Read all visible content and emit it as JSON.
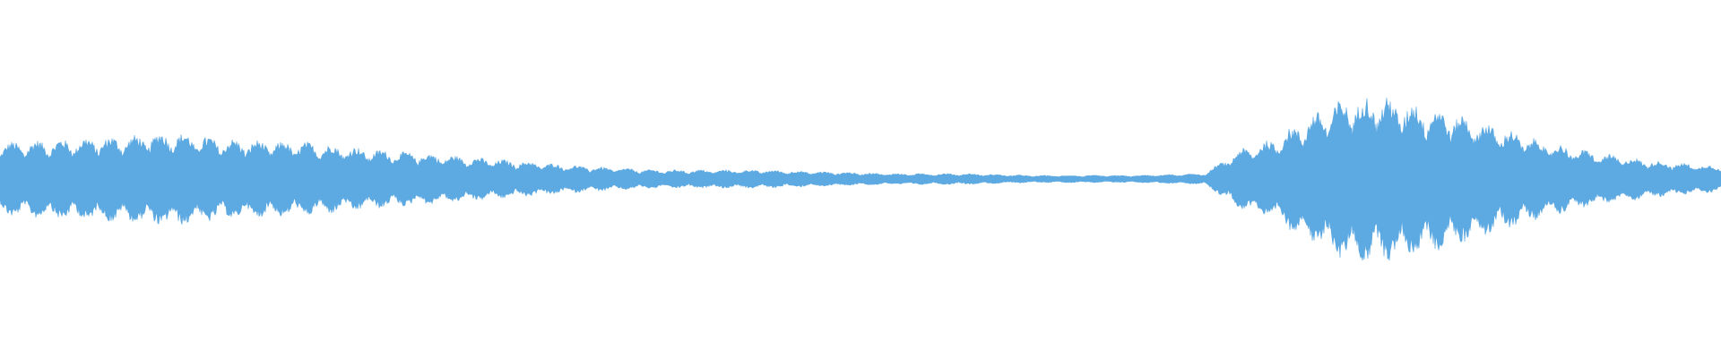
{
  "waveform": {
    "color": "#5DA9E2",
    "background": "#FFFFFF",
    "envelope_profile": [
      {
        "t": 0.0,
        "a": 0.2
      },
      {
        "t": 0.04,
        "a": 0.22
      },
      {
        "t": 0.08,
        "a": 0.24
      },
      {
        "t": 0.1,
        "a": 0.26
      },
      {
        "t": 0.13,
        "a": 0.22
      },
      {
        "t": 0.18,
        "a": 0.2
      },
      {
        "t": 0.22,
        "a": 0.16
      },
      {
        "t": 0.26,
        "a": 0.13
      },
      {
        "t": 0.3,
        "a": 0.1
      },
      {
        "t": 0.34,
        "a": 0.07
      },
      {
        "t": 0.38,
        "a": 0.05
      },
      {
        "t": 0.44,
        "a": 0.05
      },
      {
        "t": 0.48,
        "a": 0.04
      },
      {
        "t": 0.52,
        "a": 0.03
      },
      {
        "t": 0.56,
        "a": 0.03
      },
      {
        "t": 0.6,
        "a": 0.02
      },
      {
        "t": 0.66,
        "a": 0.02
      },
      {
        "t": 0.7,
        "a": 0.03
      },
      {
        "t": 0.72,
        "a": 0.16
      },
      {
        "t": 0.74,
        "a": 0.22
      },
      {
        "t": 0.76,
        "a": 0.34
      },
      {
        "t": 0.78,
        "a": 0.44
      },
      {
        "t": 0.8,
        "a": 0.46
      },
      {
        "t": 0.82,
        "a": 0.42
      },
      {
        "t": 0.84,
        "a": 0.38
      },
      {
        "t": 0.86,
        "a": 0.32
      },
      {
        "t": 0.88,
        "a": 0.26
      },
      {
        "t": 0.9,
        "a": 0.2
      },
      {
        "t": 0.93,
        "a": 0.14
      },
      {
        "t": 0.96,
        "a": 0.1
      },
      {
        "t": 1.0,
        "a": 0.07
      }
    ]
  }
}
